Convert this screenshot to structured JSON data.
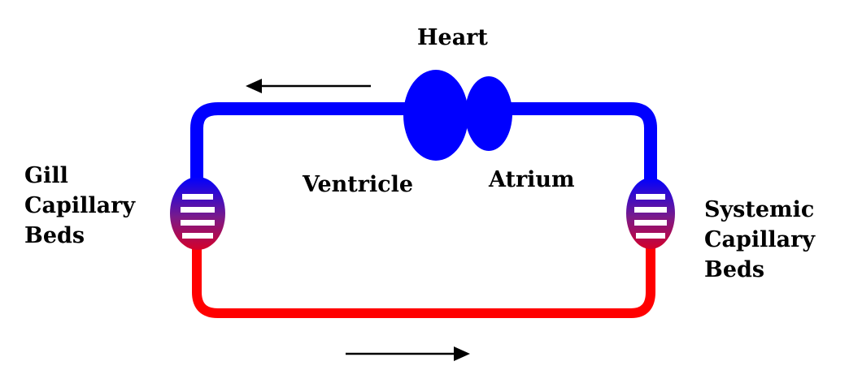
{
  "labels": {
    "heart": "Heart",
    "ventricle": "Ventricle",
    "atrium": "Atrium",
    "gill": [
      "Gill",
      "Capillary",
      "Beds"
    ],
    "systemic": [
      "Systemic",
      "Capillary",
      "Beds"
    ]
  },
  "colors": {
    "deoxygenated": "#0000ff",
    "oxygenated": "#ff0000",
    "capillary_mid": "#7a1a8a",
    "arrow": "#000000"
  },
  "flow": {
    "top_arrow_direction": "left",
    "bottom_arrow_direction": "right"
  }
}
